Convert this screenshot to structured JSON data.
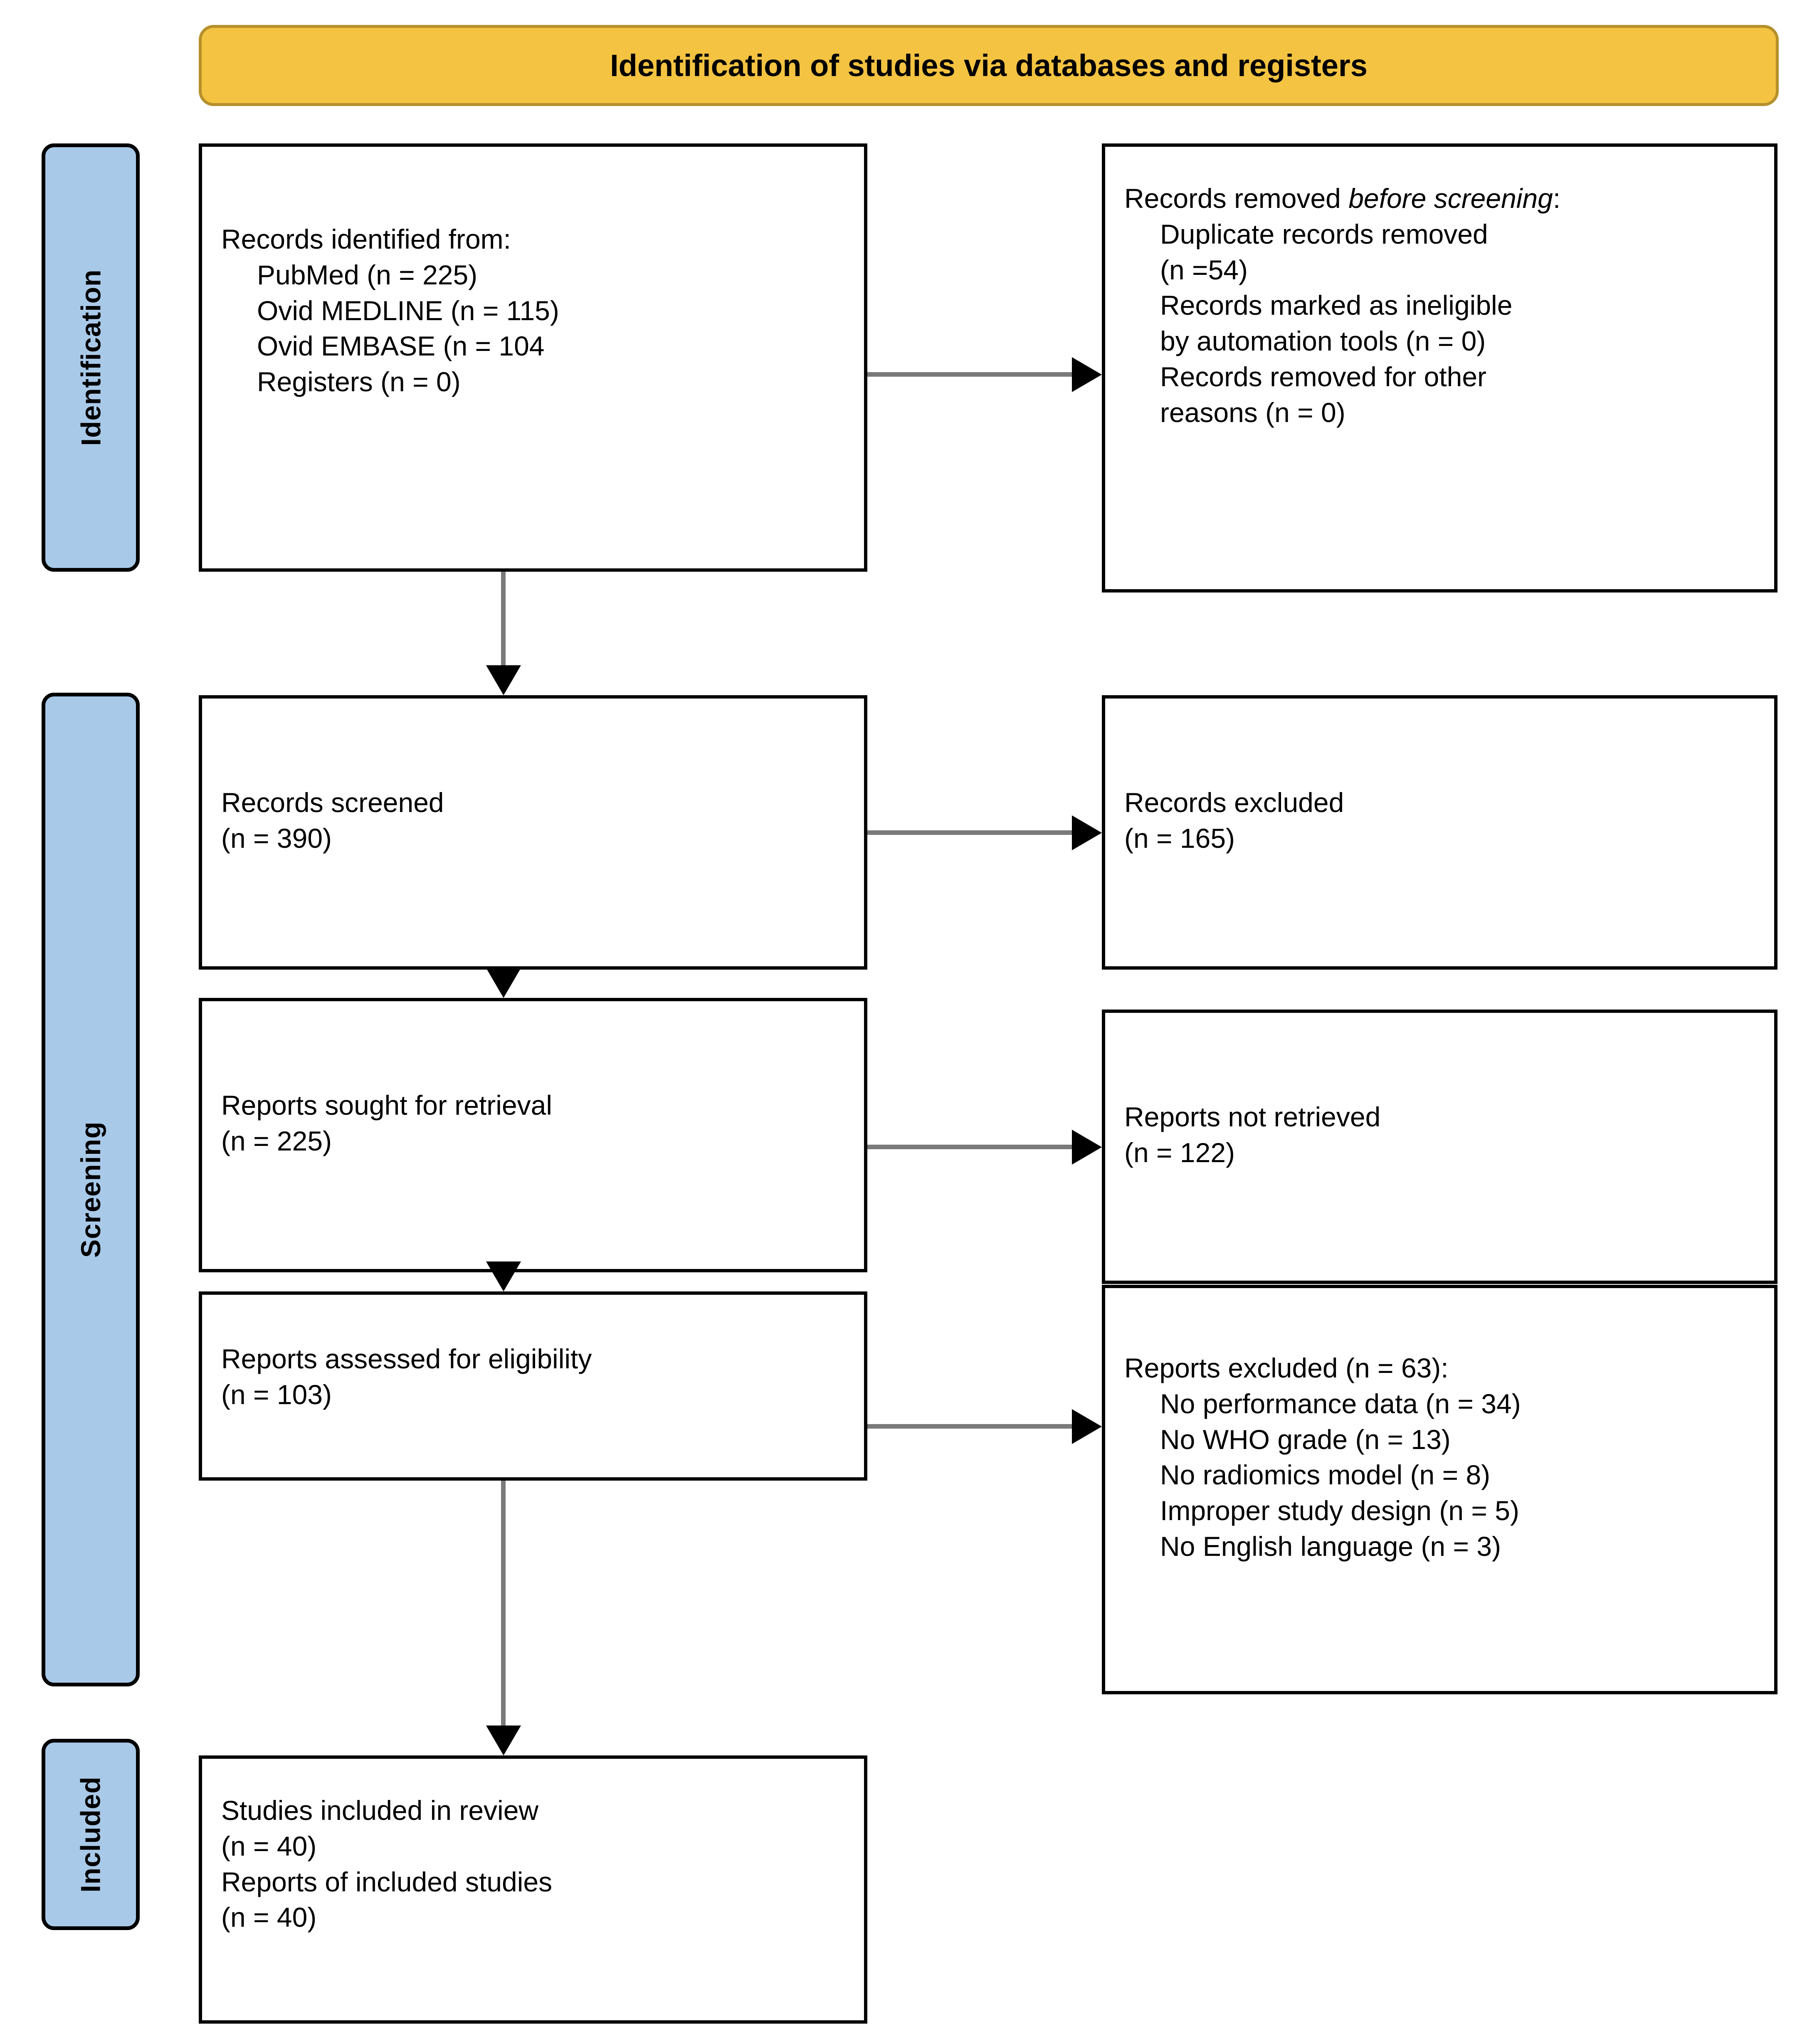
{
  "header": {
    "title": "Identification of studies via databases and registers",
    "background_color": "#F3C341",
    "border_color": "#B5902B"
  },
  "stages": {
    "color": "#A9C9E8",
    "identification": "Identification",
    "screening": "Screening",
    "included": "Included"
  },
  "boxes": {
    "identified": {
      "heading": "Records identified from:",
      "items": [
        "PubMed (n = 225)",
        "Ovid MEDLINE (n = 115)",
        "Ovid EMBASE (n = 104",
        "Registers (n = 0)"
      ]
    },
    "removed_before_screening": {
      "heading_pre": "Records removed ",
      "heading_italic": "before screening",
      "heading_post": ":",
      "items": [
        "Duplicate records removed",
        "(n =54)",
        "Records marked as ineligible",
        "by automation tools (n = 0)",
        "Records removed for other",
        "reasons (n = 0)"
      ]
    },
    "records_screened": {
      "line1": "Records screened",
      "line2": "(n = 390)"
    },
    "records_excluded": {
      "line1": "Records excluded",
      "line2": "(n = 165)"
    },
    "reports_sought": {
      "line1": "Reports sought for retrieval",
      "line2": "(n = 225)"
    },
    "reports_not_retrieved": {
      "line1": "Reports not retrieved",
      "line2": "(n = 122)"
    },
    "reports_assessed": {
      "line1": "Reports assessed for eligibility",
      "line2": "(n = 103)"
    },
    "reports_excluded": {
      "heading": "Reports excluded (n = 63):",
      "items": [
        "No performance data (n = 34)",
        "No WHO grade (n = 13)",
        "No radiomics model (n = 8)",
        "Improper study design (n = 5)",
        "No English language (n = 3)"
      ]
    },
    "studies_included": {
      "line1": "Studies included in review",
      "line2": "(n = 40)",
      "line3": "Reports of included studies",
      "line4": "(n = 40)"
    }
  }
}
